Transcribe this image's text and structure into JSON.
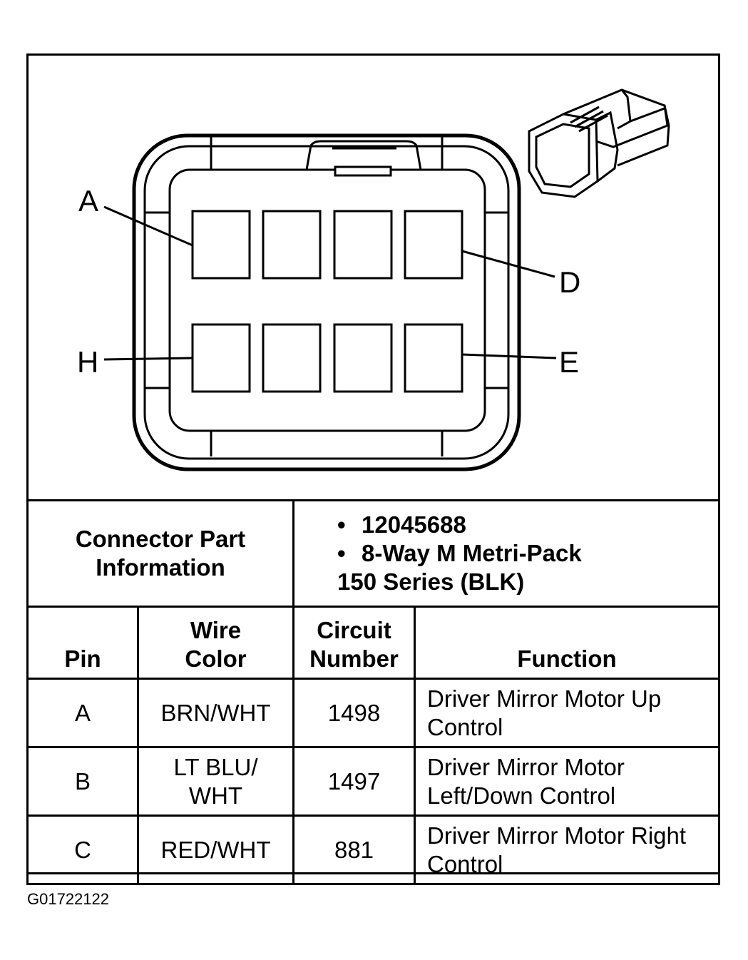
{
  "diagram": {
    "pin_labels": {
      "a": "A",
      "d": "D",
      "h": "H",
      "e": "E"
    }
  },
  "connector_info": {
    "label_line1": "Connector Part",
    "label_line2": "Information",
    "bullets": [
      {
        "text": "12045688"
      },
      {
        "text_line1": "8-Way M Metri-Pack",
        "text_line2": "150 Series (BLK)"
      }
    ]
  },
  "table": {
    "headers": {
      "pin": "Pin",
      "wire_color_line1": "Wire",
      "wire_color_line2": "Color",
      "circuit_line1": "Circuit",
      "circuit_line2": "Number",
      "function": "Function"
    },
    "rows": [
      {
        "pin": "A",
        "wire_line1": "BRN/WHT",
        "wire_line2": "",
        "circuit": "1498",
        "function_line1": "Driver Mirror Motor Up",
        "function_line2": "Control"
      },
      {
        "pin": "B",
        "wire_line1": "LT BLU/",
        "wire_line2": "WHT",
        "circuit": "1497",
        "function_line1": "Driver Mirror Motor",
        "function_line2": "Left/Down Control"
      },
      {
        "pin": "C",
        "wire_line1": "RED/WHT",
        "wire_line2": "",
        "circuit": "881",
        "function_line1": "Driver Mirror Motor Right",
        "function_line2": "Control"
      }
    ]
  },
  "figure_code": "G01722122",
  "bullet_glyph": "•"
}
